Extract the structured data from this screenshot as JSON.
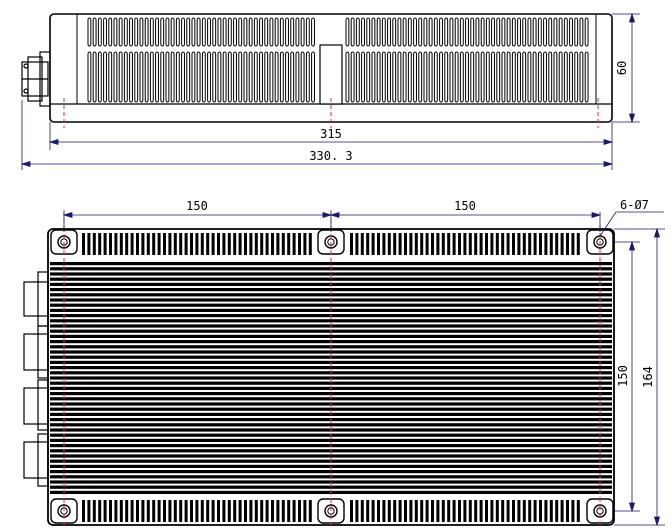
{
  "dimensions": {
    "top_height": "60",
    "top_inner_width": "315",
    "top_overall_width": "330. 3",
    "bottom_left_spacing": "150",
    "bottom_right_spacing": "150",
    "hole_note": "6-Ø7",
    "bottom_inner_height": "150",
    "bottom_overall_height": "164"
  },
  "colors": {
    "line": "#000000",
    "dimension": "#1a1a66",
    "centerline": "#e03030",
    "background": "#ffffff"
  }
}
